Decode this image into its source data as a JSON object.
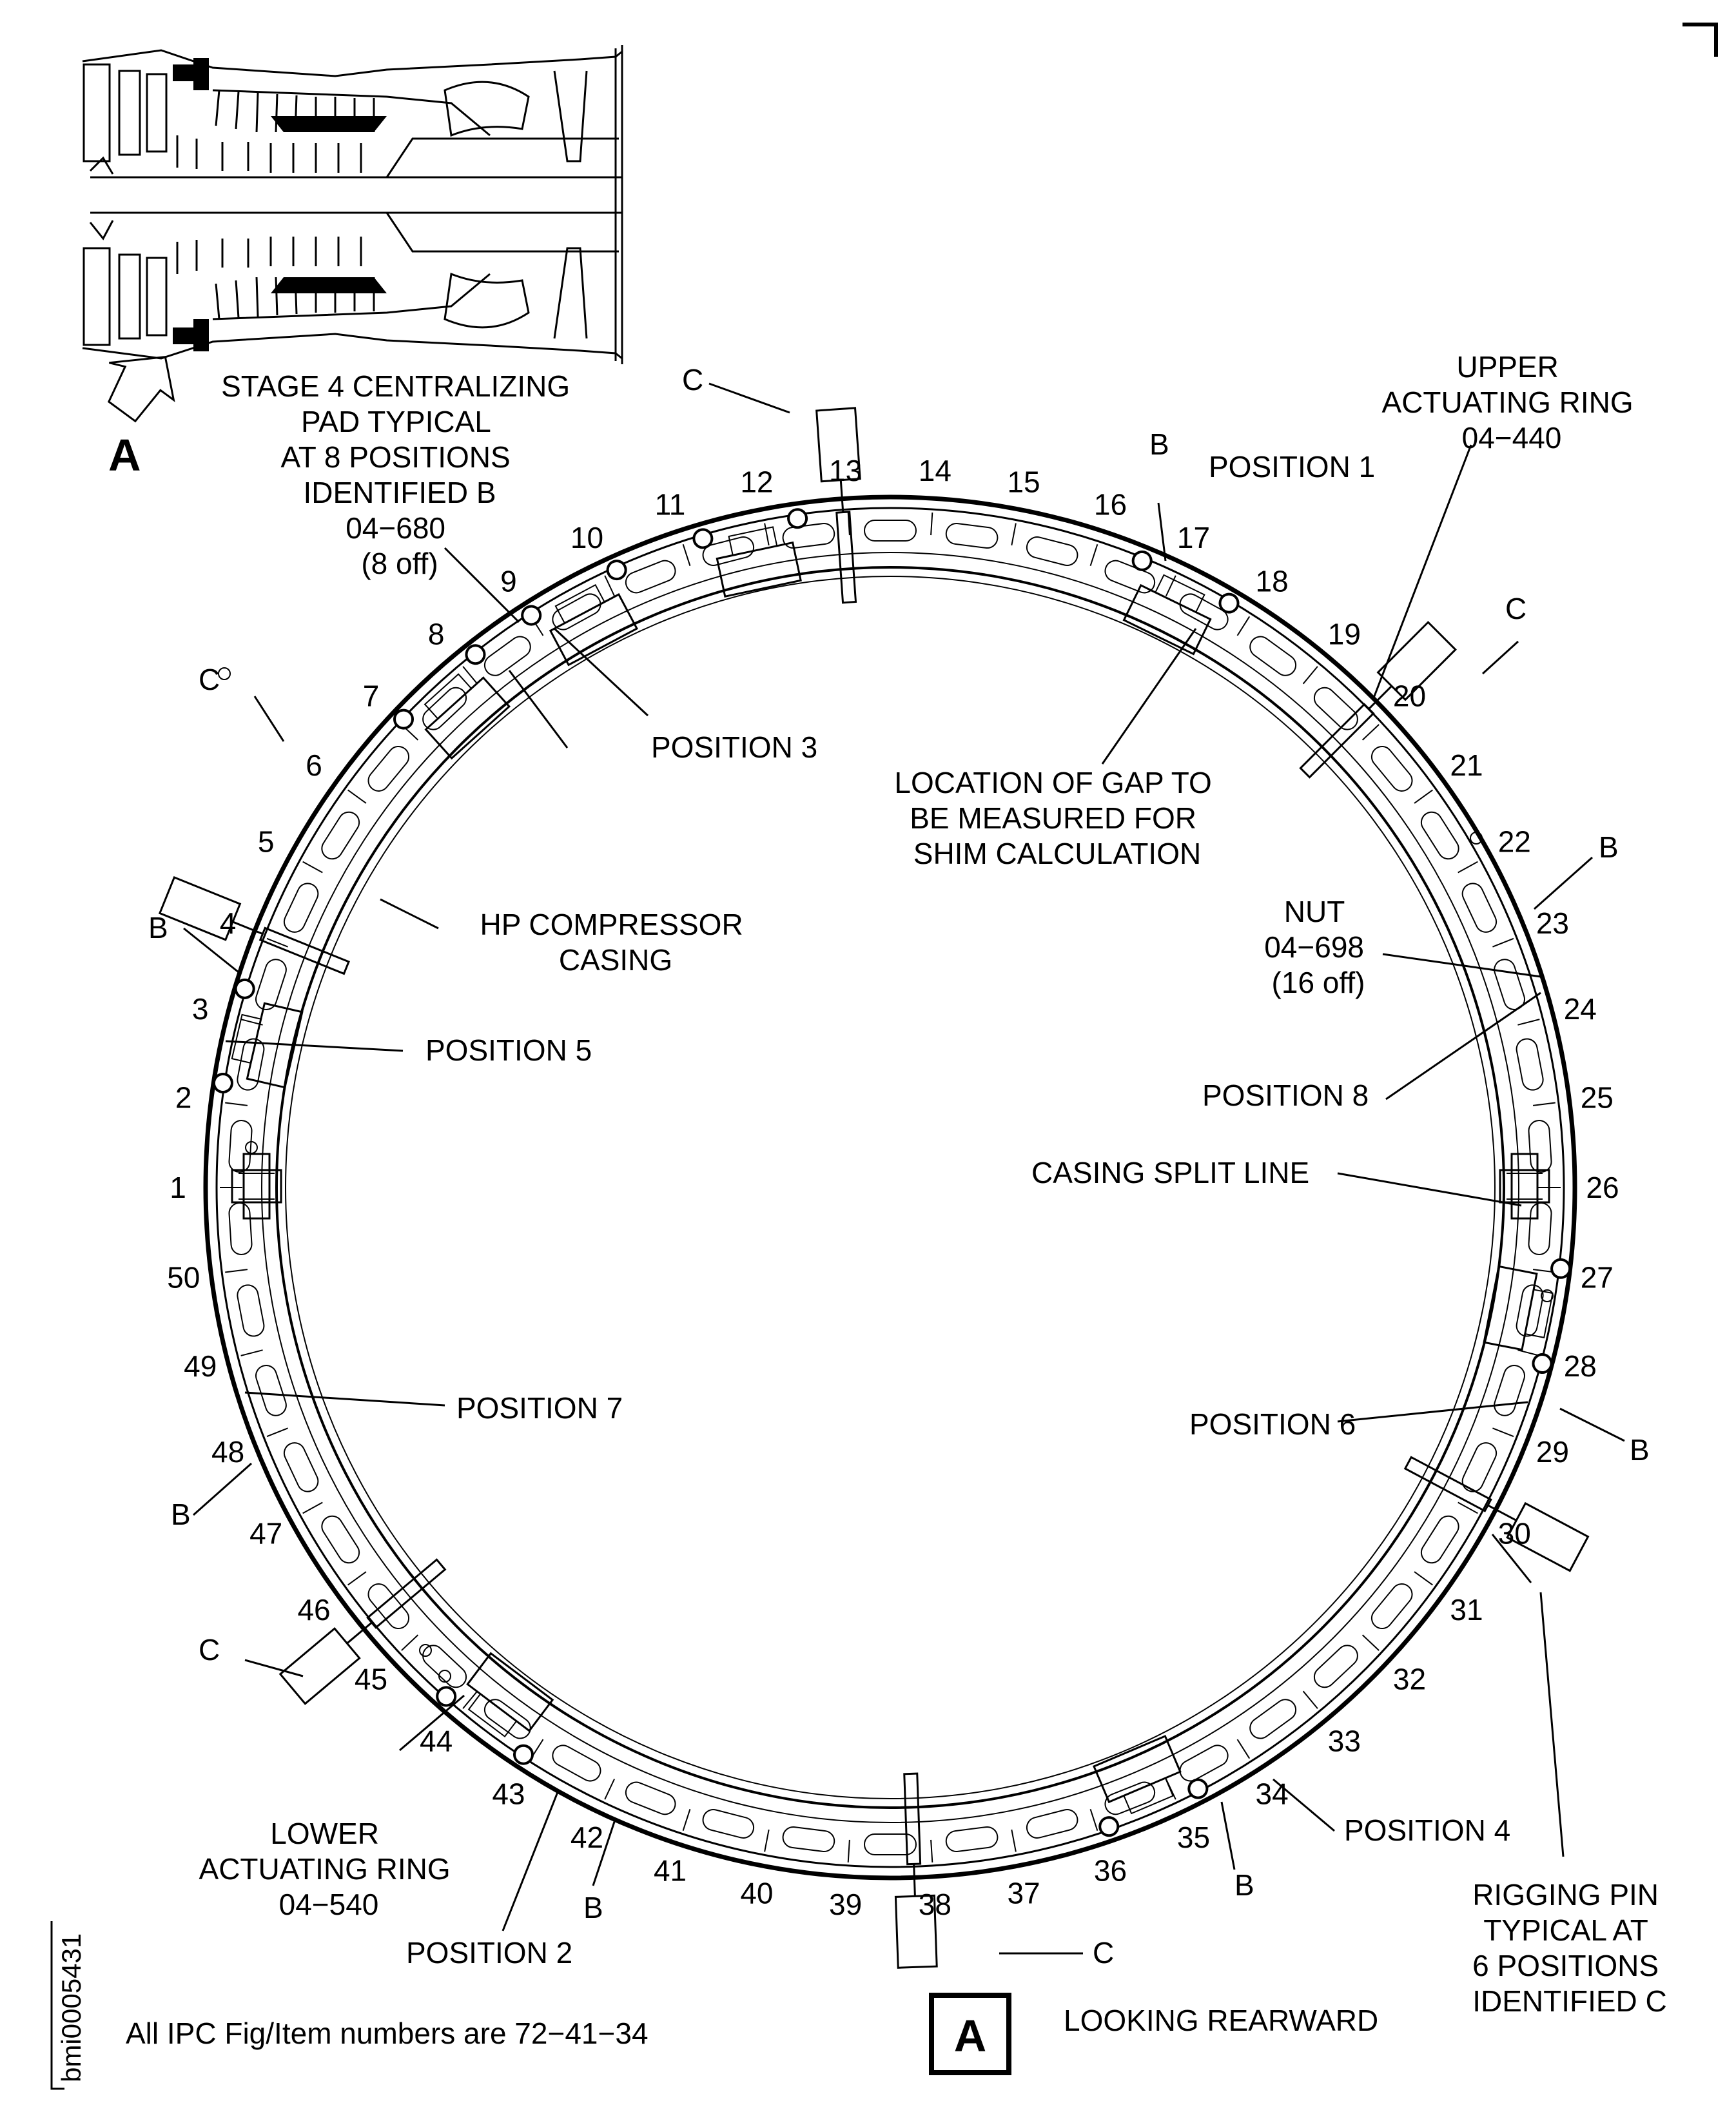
{
  "position_numbers": [
    "1",
    "2",
    "3",
    "4",
    "5",
    "6",
    "7",
    "8",
    "9",
    "10",
    "11",
    "12",
    "13",
    "14",
    "15",
    "16",
    "17",
    "18",
    "19",
    "20",
    "21",
    "22",
    "23",
    "24",
    "25",
    "26",
    "27",
    "28",
    "29",
    "30",
    "31",
    "32",
    "33",
    "34",
    "35",
    "36",
    "37",
    "38",
    "39",
    "40",
    "41",
    "42",
    "43",
    "44",
    "45",
    "46",
    "47",
    "48",
    "49",
    "50"
  ],
  "view_letter": "A",
  "view_box_letter": "A",
  "callouts": {
    "pad_lines": [
      "STAGE 4 CENTRALIZING",
      "PAD TYPICAL",
      "AT 8 POSITIONS",
      "IDENTIFIED B"
    ],
    "pad_part_lines": [
      "04−680",
      "(8 off)"
    ],
    "upper_ring_lines": [
      "UPPER",
      "ACTUATING RING",
      "04−440"
    ],
    "gap_lines": [
      "LOCATION OF GAP TO",
      "BE MEASURED FOR",
      "SHIM CALCULATION"
    ],
    "hp_casing_lines": [
      "HP COMPRESSOR",
      "CASING"
    ],
    "nut_lines": [
      "NUT",
      "04−698",
      "(16 off)"
    ],
    "split_line": "CASING SPLIT LINE",
    "lower_ring_lines": [
      "LOWER",
      "ACTUATING RING",
      "04−540"
    ],
    "rigging_pin_lines": [
      "RIGGING PIN",
      "TYPICAL AT",
      "6 POSITIONS",
      "IDENTIFIED C"
    ],
    "position_1": "POSITION 1",
    "position_2": "POSITION 2",
    "position_3": "POSITION 3",
    "position_4": "POSITION 4",
    "position_5": "POSITION 5",
    "position_6": "POSITION 6",
    "position_7": "POSITION 7",
    "position_8": "POSITION 8",
    "b_label": "B",
    "c_label": "C"
  },
  "footer": {
    "looking": "LOOKING REARWARD",
    "ipc_note": "All IPC Fig/Item numbers are 72−41−34",
    "figure_id": "bmi0005431"
  }
}
